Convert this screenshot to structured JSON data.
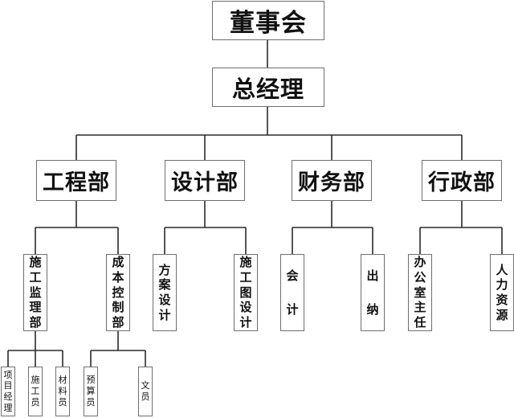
{
  "board": "董事会",
  "gm": "总经理",
  "departments": [
    "工程部",
    "设计部",
    "财务部",
    "行政部"
  ],
  "engineering": {
    "sub": [
      "施工监理部",
      "成本控制部"
    ],
    "supervision_roles": [
      "项目经理",
      "施工员",
      "材料员"
    ],
    "cost_roles": [
      "预算员",
      "文员"
    ]
  },
  "design": {
    "sub": [
      "方案设计",
      "施工图设计"
    ]
  },
  "finance": {
    "sub": [
      "会计",
      "出纳"
    ]
  },
  "admin": {
    "sub": [
      "办公室主任",
      "人力资源"
    ]
  }
}
